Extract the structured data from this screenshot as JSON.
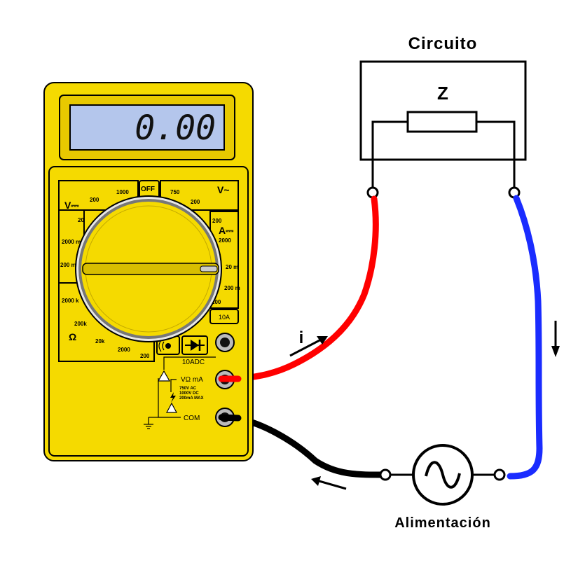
{
  "circuit": {
    "title": "Circuito",
    "impedance_label": "Z"
  },
  "source": {
    "label": "Alimentación"
  },
  "current": {
    "label": "i"
  },
  "meter": {
    "display_value": "0.00",
    "off_label": "OFF",
    "dcv_label": "V⎓",
    "acv_label": "V~",
    "dca_label": "A⎓",
    "ohm_label": "Ω",
    "range_10a": "10A",
    "jack_10adc": "10ADC",
    "jack_vma": "VΩ mA",
    "jack_com": "COM",
    "warning_lines": [
      "750V AC",
      "1000V DC",
      "200mA MAX"
    ],
    "dial_ticks": {
      "dcv": [
        "1000",
        "200",
        "20",
        "2000 m",
        "200 m"
      ],
      "acv": [
        "750",
        "200"
      ],
      "dca": [
        "200",
        "2000",
        "20 m",
        "200 m",
        "200"
      ],
      "ohm": [
        "2000 k",
        "200k",
        "20k",
        "2000",
        "200"
      ]
    }
  },
  "colors": {
    "meter_body": "#f5da00",
    "lcd": "#b4c6ec",
    "wire_red": "#ff0000",
    "wire_blue": "#1a2cff",
    "wire_black": "#000000"
  }
}
